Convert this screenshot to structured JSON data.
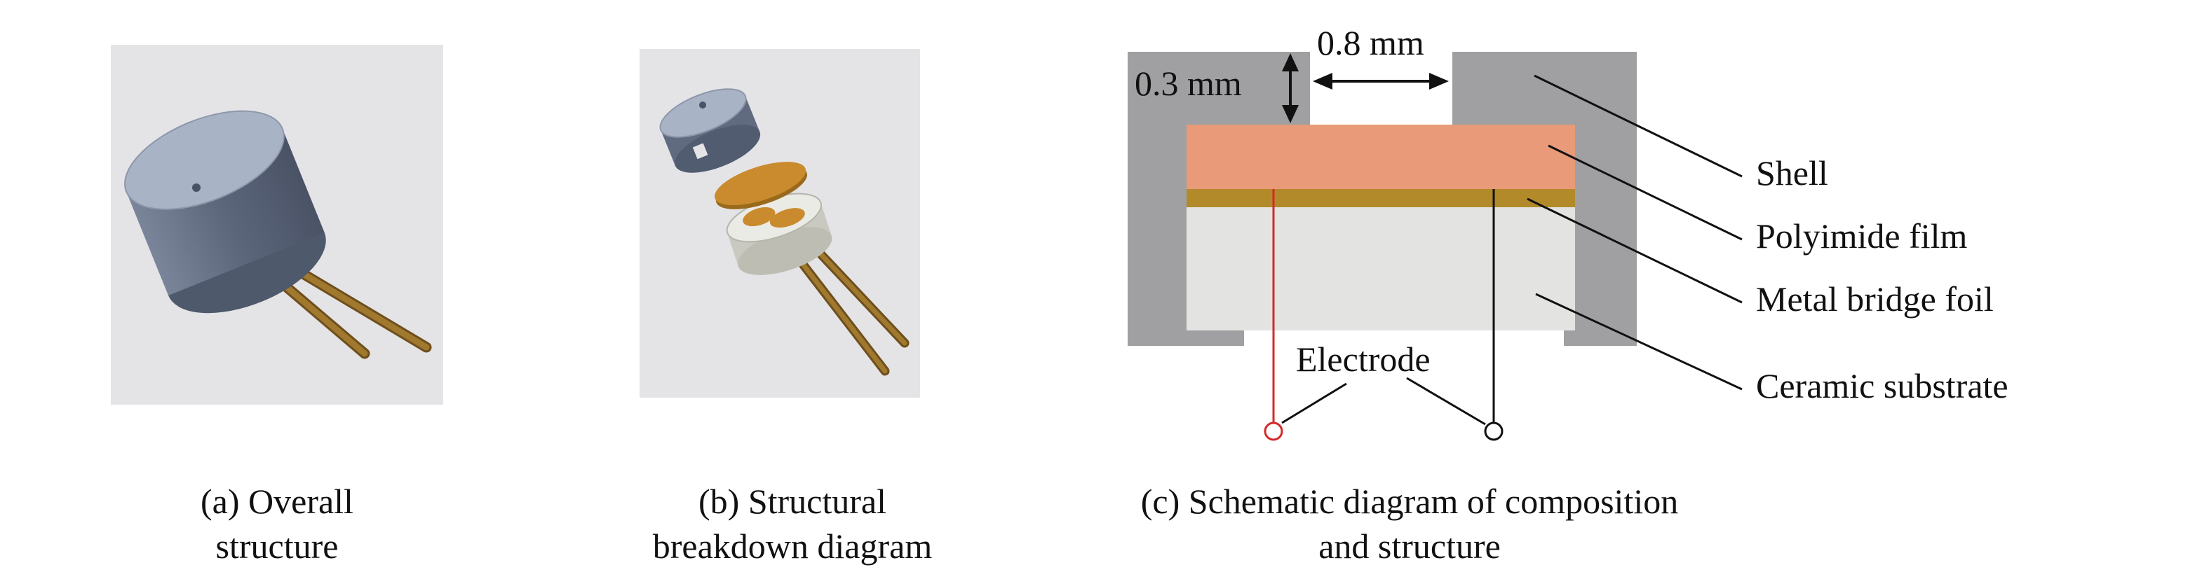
{
  "panels": {
    "a": {
      "caption_line1": "(a) Overall",
      "caption_line2": "structure"
    },
    "b": {
      "caption_line1": "(b) Structural",
      "caption_line2": "breakdown diagram"
    },
    "c": {
      "caption_line1": "(c) Schematic diagram of composition",
      "caption_line2": "and structure",
      "dimension_width": "0.8 mm",
      "dimension_depth": "0.3 mm",
      "labels": {
        "shell": "Shell",
        "polyimide_film": "Polyimide film",
        "metal_bridge_foil": "Metal bridge foil",
        "ceramic_substrate": "Ceramic substrate",
        "electrode": "Electrode"
      }
    }
  },
  "colors": {
    "panel_background": "#e4e4e7",
    "cap_metal": "#a9b3c6",
    "shell_gray": "#a0a0a3",
    "polyimide": "#e99a78",
    "metal_foil": "#b28a2a",
    "ceramic": "#e3e3e2",
    "electrode_left": "#d42a2a",
    "electrode_right": "#111111",
    "pins": "#a0782e"
  }
}
